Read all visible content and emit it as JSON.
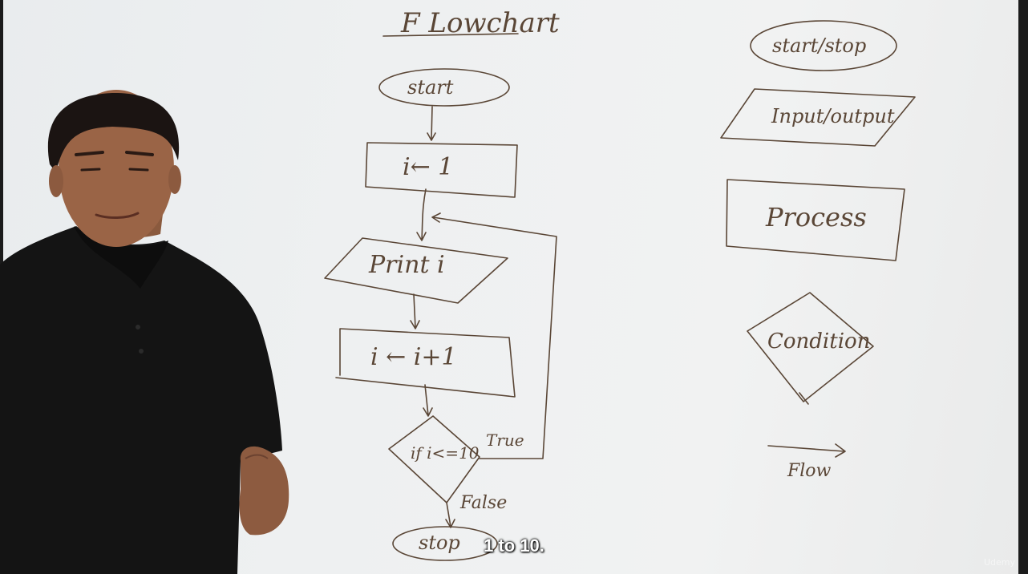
{
  "whiteboard": {
    "title": "F Lowchart",
    "flowchart": {
      "start": "start",
      "init": "i← 1",
      "print": "Print i",
      "increment": "i ← i+1",
      "condition": "if i<=10",
      "true_label": "True",
      "false_label": "False",
      "stop": "stop"
    },
    "legend": {
      "terminal": "start/stop",
      "io": "Input/output",
      "process": "Process",
      "decision": "Condition",
      "flow": "Flow"
    }
  },
  "video": {
    "caption": "1 to 10.",
    "watermark": "Udemy"
  },
  "colors": {
    "marker_ink": "#5a4636",
    "board": "#eef0f1",
    "shirt": "#141414",
    "caption_text": "#ffffff"
  }
}
